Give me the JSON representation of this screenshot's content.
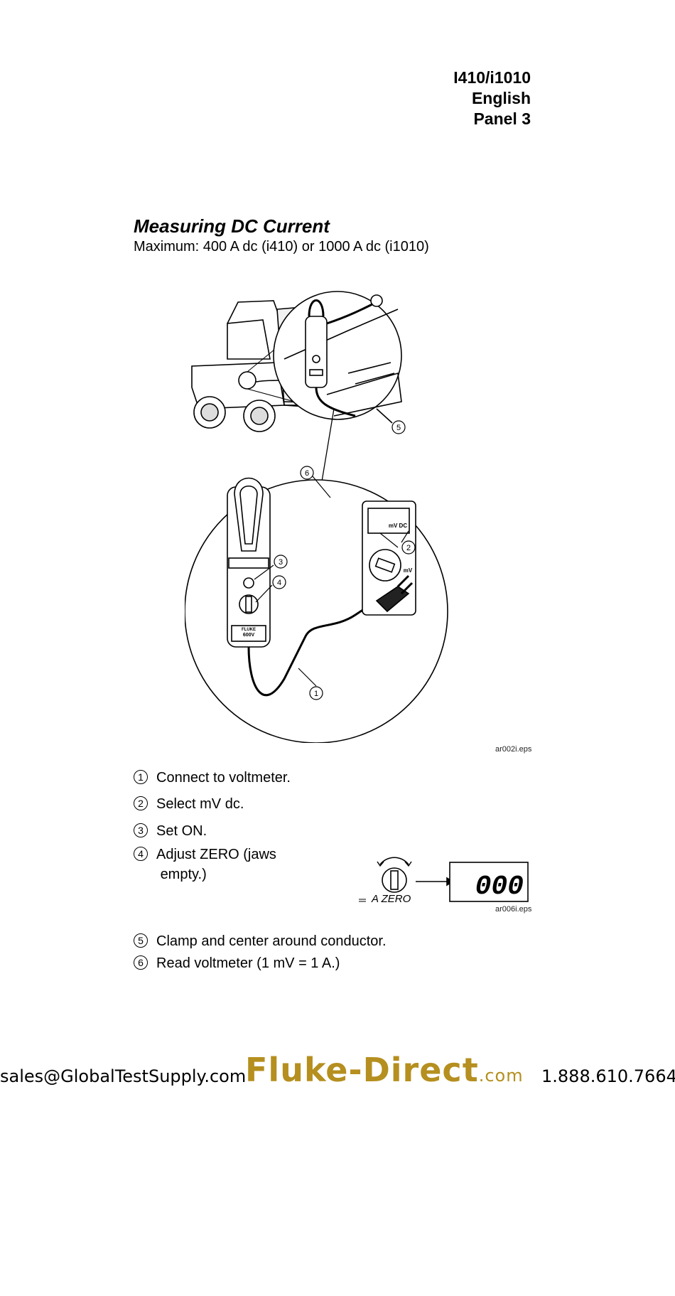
{
  "header": {
    "model": "I410/i1010",
    "language": "English",
    "panel": "Panel 3"
  },
  "section": {
    "title": "Measuring DC Current",
    "subtitle": "Maximum: 400 A dc (i410) or 1000 A dc (i1010)"
  },
  "figure": {
    "file_ref": "ar002i.eps",
    "callouts": [
      "1",
      "2",
      "3",
      "4",
      "5",
      "6"
    ],
    "meter_display_label": "mV DC",
    "meter_range_label": "mV",
    "clamp_voltage_label": "600V",
    "clamp_brand": "FLUKE"
  },
  "steps": [
    {
      "num": "1",
      "text": "Connect to voltmeter."
    },
    {
      "num": "2",
      "text": "Select mV dc."
    },
    {
      "num": "3",
      "text": "Set ON."
    },
    {
      "num": "4",
      "text": "Adjust ZERO (jaws\n empty.)"
    },
    {
      "num": "5",
      "text": "Clamp and center around conductor."
    },
    {
      "num": "6",
      "text": "Read voltmeter (1 mV = 1 A.)"
    }
  ],
  "zero_figure": {
    "knob_label": "A ZERO",
    "display_value": "000",
    "file_ref": "ar006i.eps"
  },
  "footer": {
    "email": "sales@GlobalTestSupply.com",
    "brand_main": "Fluke-Direct",
    "brand_suffix": ".com",
    "phone": "1.888.610.7664",
    "brand_color": "#b58f1f"
  }
}
